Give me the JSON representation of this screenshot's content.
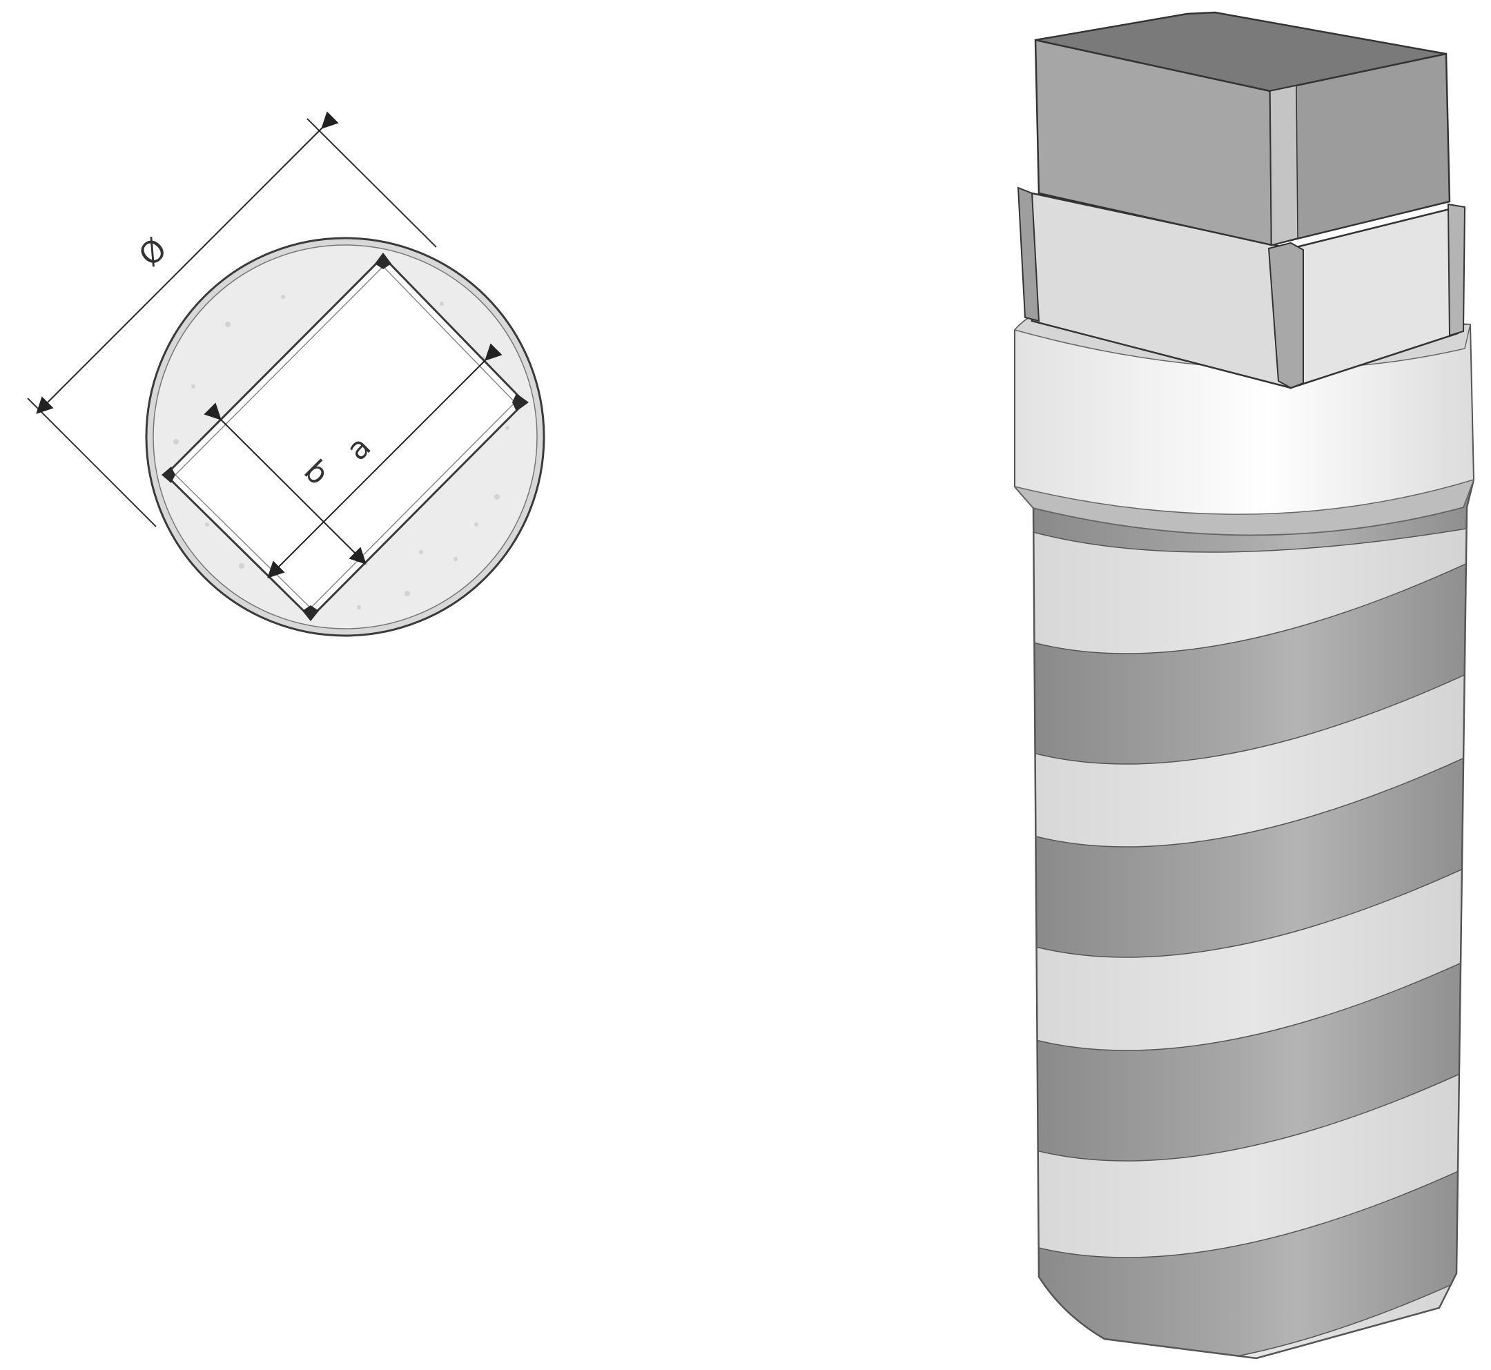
{
  "section_view": {
    "labels": {
      "diameter": "Ø",
      "side_a": "a",
      "side_b": "b"
    }
  },
  "colors": {
    "background": "#ffffff",
    "outline": "#3a3a3a",
    "ring_fill": "#ececec",
    "dark_band": "#9b9b9b",
    "light_band": "#dedede",
    "box_top": "#7a7a7a",
    "box_side": "#a8a8a8",
    "frame_face": "#dcdcdc"
  },
  "product_view": {
    "band_pairs": 4
  }
}
